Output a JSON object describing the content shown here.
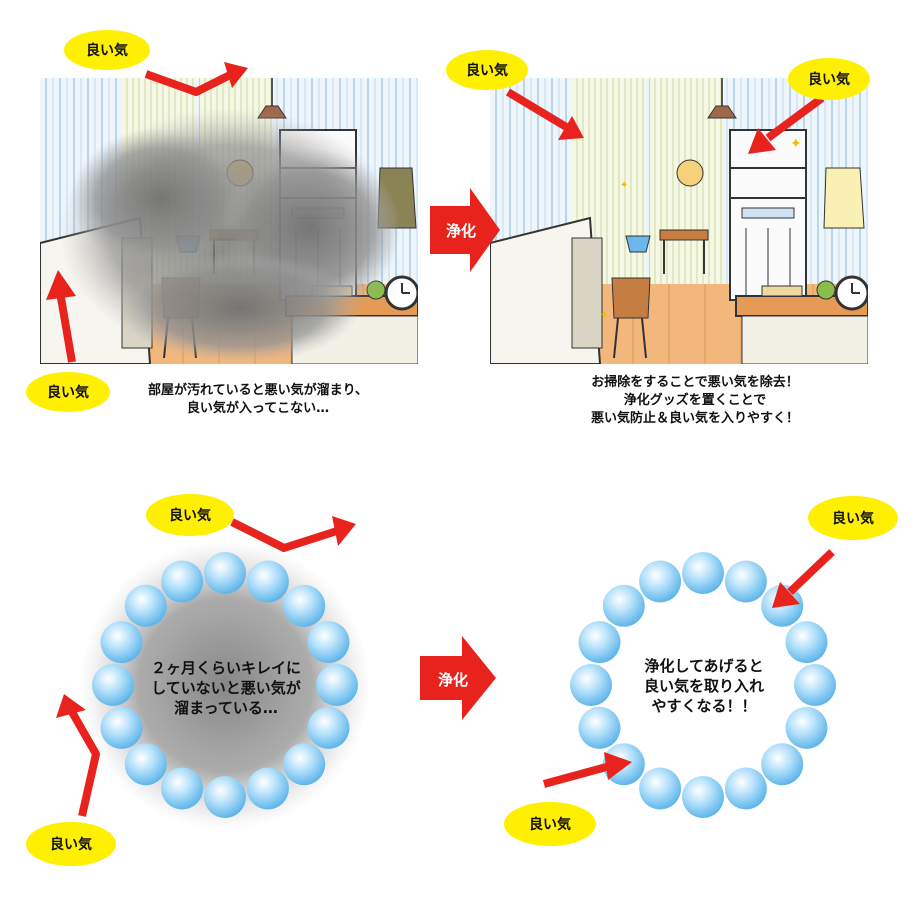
{
  "good_energy_label": "良い気",
  "purify_label": "浄化",
  "top_left_caption": [
    "部屋が汚れていると悪い気が溜まり、",
    "良い気が入ってこない…"
  ],
  "top_right_caption": [
    "お掃除をすることで悪い気を除去！",
    "浄化グッズを置くことで",
    "悪い気防止＆良い気を入りやすく！"
  ],
  "bottom_left_text": [
    "２ヶ月くらいキレイに",
    "していないと悪い気が",
    "溜まっている…"
  ],
  "bottom_right_text": [
    "浄化してあげると",
    "良い気を取り入れ",
    "やすくなる！！"
  ],
  "colors": {
    "badge": "#ffef00",
    "arrow": "#e8221c",
    "bead": "#7cc7f2",
    "floor": "#f2b77c",
    "smoke": "#8a8a8a"
  }
}
